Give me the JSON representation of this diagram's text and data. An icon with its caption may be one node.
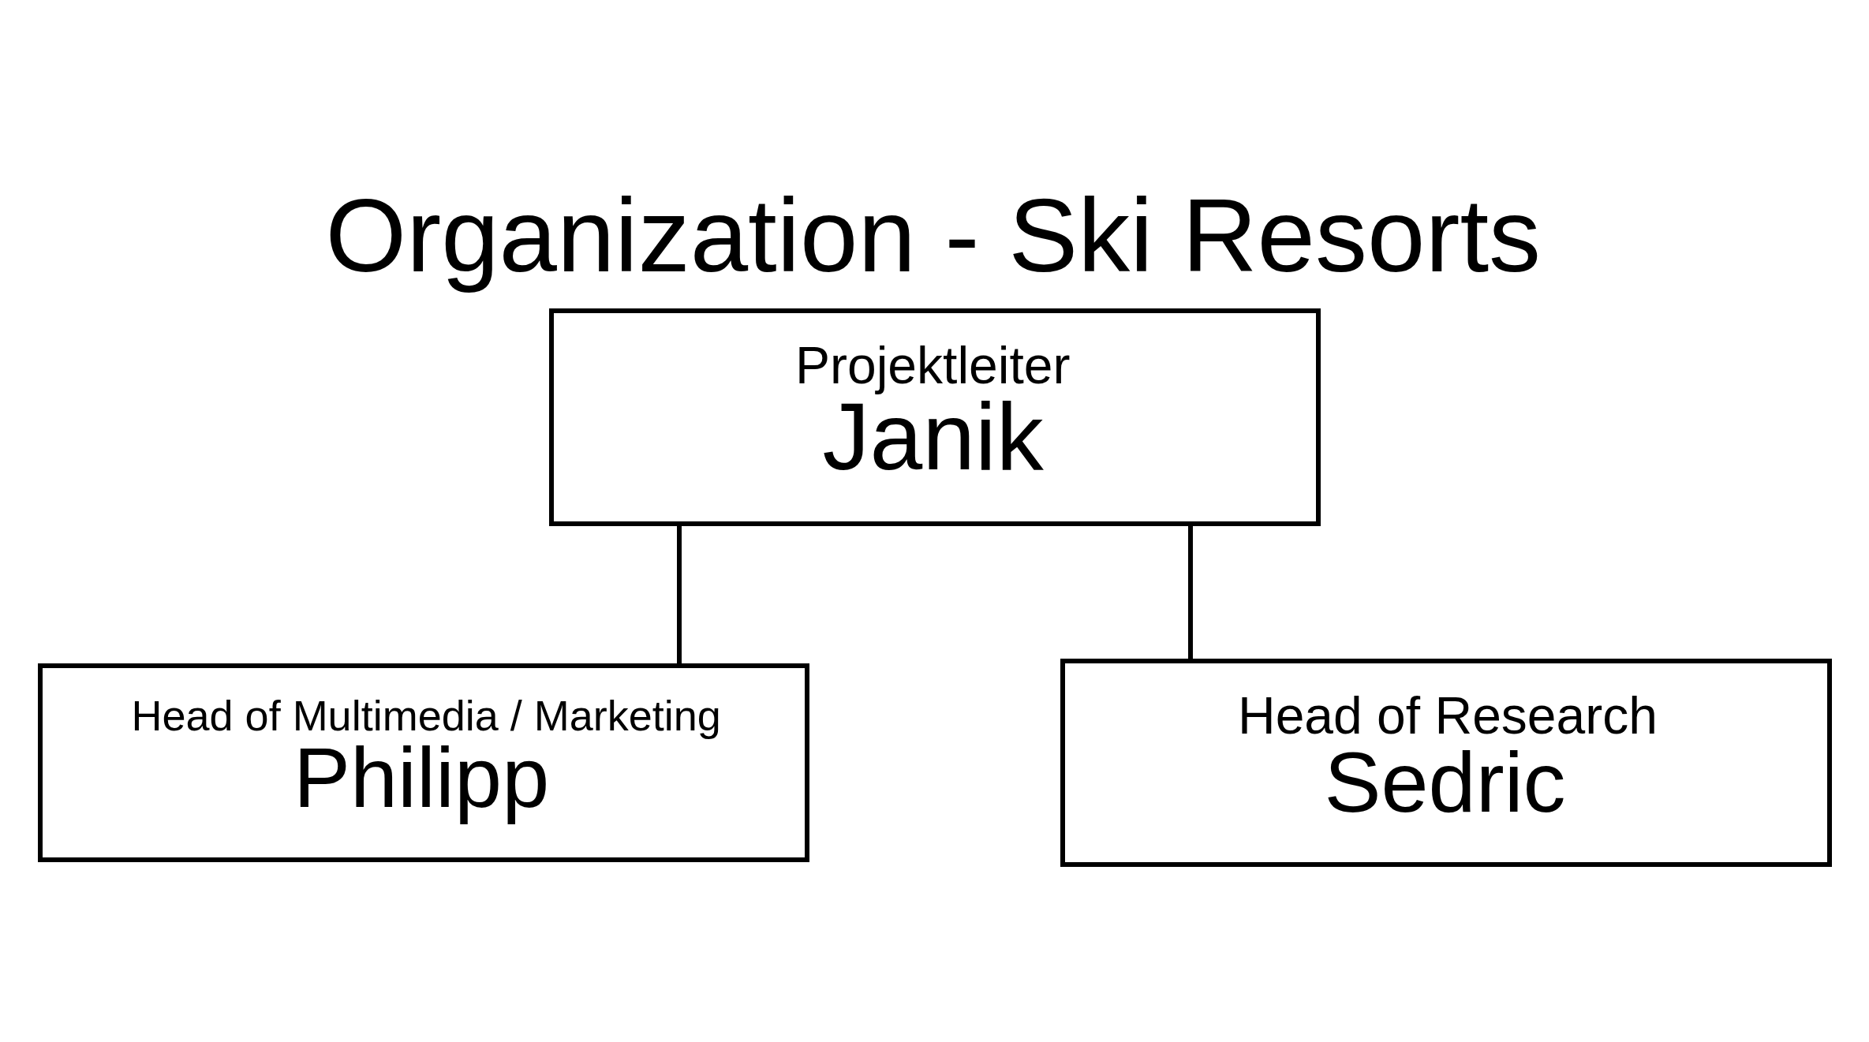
{
  "diagram": {
    "title": "Organization - Ski Resorts",
    "nodes": [
      {
        "text": [
          "Projektleiter",
          "Janik"
        ]
      },
      {
        "text": [
          "Head of Multimedia / Marketing",
          "Philipp"
        ]
      },
      {
        "text": [
          "Head of Research",
          "Sedric"
        ]
      }
    ],
    "edges": [
      {
        "from": 0,
        "to": 1,
        "arrow": "none"
      },
      {
        "from": 0,
        "to": 2,
        "arrow": "none"
      }
    ]
  }
}
